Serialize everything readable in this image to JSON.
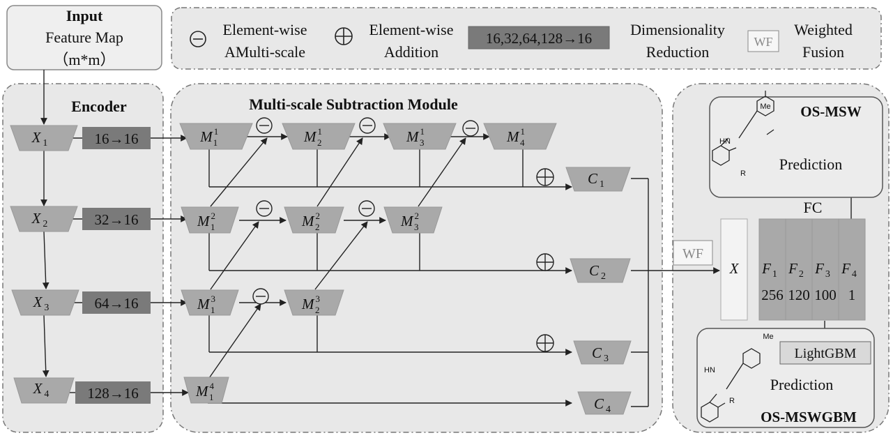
{
  "input": {
    "title": "Input",
    "line1": "Feature Map",
    "line2": "（m*m）"
  },
  "legend": {
    "minus_l1": "Element-wise",
    "minus_l2": "AMulti-scale",
    "plus_l1": "Element-wise",
    "plus_l2": "Addition",
    "dim_box": "16,32,64,128→16",
    "dim_l1": "Dimensionality",
    "dim_l2": "Reduction",
    "wf_box": "WF",
    "wf_l1": "Weighted",
    "wf_l2": "Fusion"
  },
  "encoder": {
    "title": "Encoder",
    "nodes": [
      {
        "base": "X",
        "sub": "1",
        "reduce": "16→16"
      },
      {
        "base": "X",
        "sub": "2",
        "reduce": "32→16"
      },
      {
        "base": "X",
        "sub": "3",
        "reduce": "64→16"
      },
      {
        "base": "X",
        "sub": "4",
        "reduce": "128→16"
      }
    ]
  },
  "msm": {
    "title": "Multi-scale Subtraction Module",
    "m": {
      "r1": [
        {
          "sub": "1",
          "sup": "1"
        },
        {
          "sub": "2",
          "sup": "1"
        },
        {
          "sub": "3",
          "sup": "1"
        },
        {
          "sub": "4",
          "sup": "1"
        }
      ],
      "r2": [
        {
          "sub": "1",
          "sup": "2"
        },
        {
          "sub": "2",
          "sup": "2"
        },
        {
          "sub": "3",
          "sup": "2"
        }
      ],
      "r3": [
        {
          "sub": "1",
          "sup": "3"
        },
        {
          "sub": "2",
          "sup": "3"
        }
      ],
      "r4": [
        {
          "sub": "1",
          "sup": "4"
        }
      ]
    },
    "c": [
      {
        "base": "C",
        "sub": "1"
      },
      {
        "base": "C",
        "sub": "2"
      },
      {
        "base": "C",
        "sub": "3"
      },
      {
        "base": "C",
        "sub": "4"
      }
    ],
    "m_base": "M"
  },
  "right": {
    "wf": "WF",
    "x_label": "X",
    "fc_label": "FC",
    "fc_layers": [
      {
        "base": "F",
        "sub": "1",
        "size": "256"
      },
      {
        "base": "F",
        "sub": "2",
        "size": "120"
      },
      {
        "base": "F",
        "sub": "3",
        "size": "100"
      },
      {
        "base": "F",
        "sub": "4",
        "size": "1"
      }
    ],
    "osmsw": {
      "title": "OS-MSW",
      "prediction": "Prediction"
    },
    "osmswgbm": {
      "title": "OS-MSWGBM",
      "prediction": "Prediction",
      "lightgbm": "LightGBM"
    },
    "mol_me": "Me",
    "mol_hn": "HN",
    "mol_r": "R"
  }
}
